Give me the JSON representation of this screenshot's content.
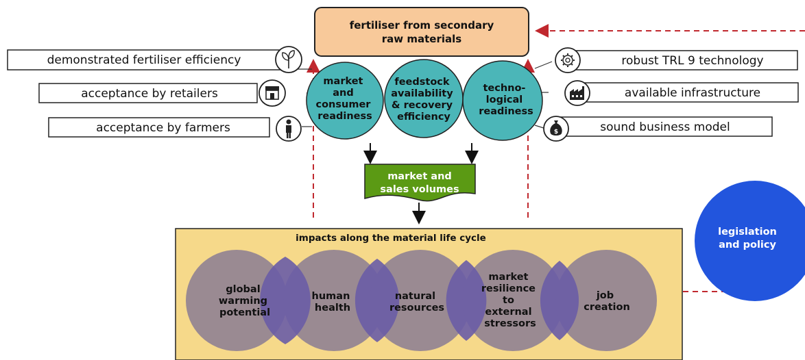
{
  "top_box": {
    "line1": "fertiliser from secondary",
    "line2": "raw materials"
  },
  "left_factors": [
    {
      "label": "demonstrated fertiliser efficiency",
      "icon": "plant-icon"
    },
    {
      "label": "acceptance by retailers",
      "icon": "store-icon"
    },
    {
      "label": "acceptance by farmers",
      "icon": "farmer-icon"
    }
  ],
  "right_factors": [
    {
      "label": "robust TRL 9 technology",
      "icon": "gear-icon"
    },
    {
      "label": "available infrastructure",
      "icon": "factory-icon"
    },
    {
      "label": "sound business model",
      "icon": "money-bag-icon"
    }
  ],
  "readiness_circles": [
    {
      "lines": [
        "market",
        "and",
        "consumer",
        "readiness"
      ]
    },
    {
      "lines": [
        "feedstock",
        "availability",
        "& recovery",
        "efficiency"
      ]
    },
    {
      "lines": [
        "techno-",
        "logical",
        "readiness"
      ]
    }
  ],
  "market_box": {
    "line1": "market and",
    "line2": "sales volumes"
  },
  "lifecycle": {
    "title": "impacts along the material life cycle",
    "circles": [
      {
        "lines": [
          "global",
          "warming",
          "potential"
        ]
      },
      {
        "lines": [
          "human",
          "health"
        ]
      },
      {
        "lines": [
          "natural",
          "resources"
        ]
      },
      {
        "lines": [
          "market",
          "resilience",
          "to",
          "external",
          "stressors"
        ]
      },
      {
        "lines": [
          "job",
          "creation"
        ]
      }
    ]
  },
  "policy": {
    "line1": "legislation",
    "line2": "and policy"
  },
  "colors": {
    "top_box_fill": "#f8c99a",
    "teal": "#4bb6b8",
    "green": "#5b9a14",
    "lifecycle_bg": "#f6d98a",
    "impact_circle": "#9a8a92",
    "overlap": "#6a5ca6",
    "policy_blue": "#2255dd",
    "dashed_red": "#c0282e"
  }
}
